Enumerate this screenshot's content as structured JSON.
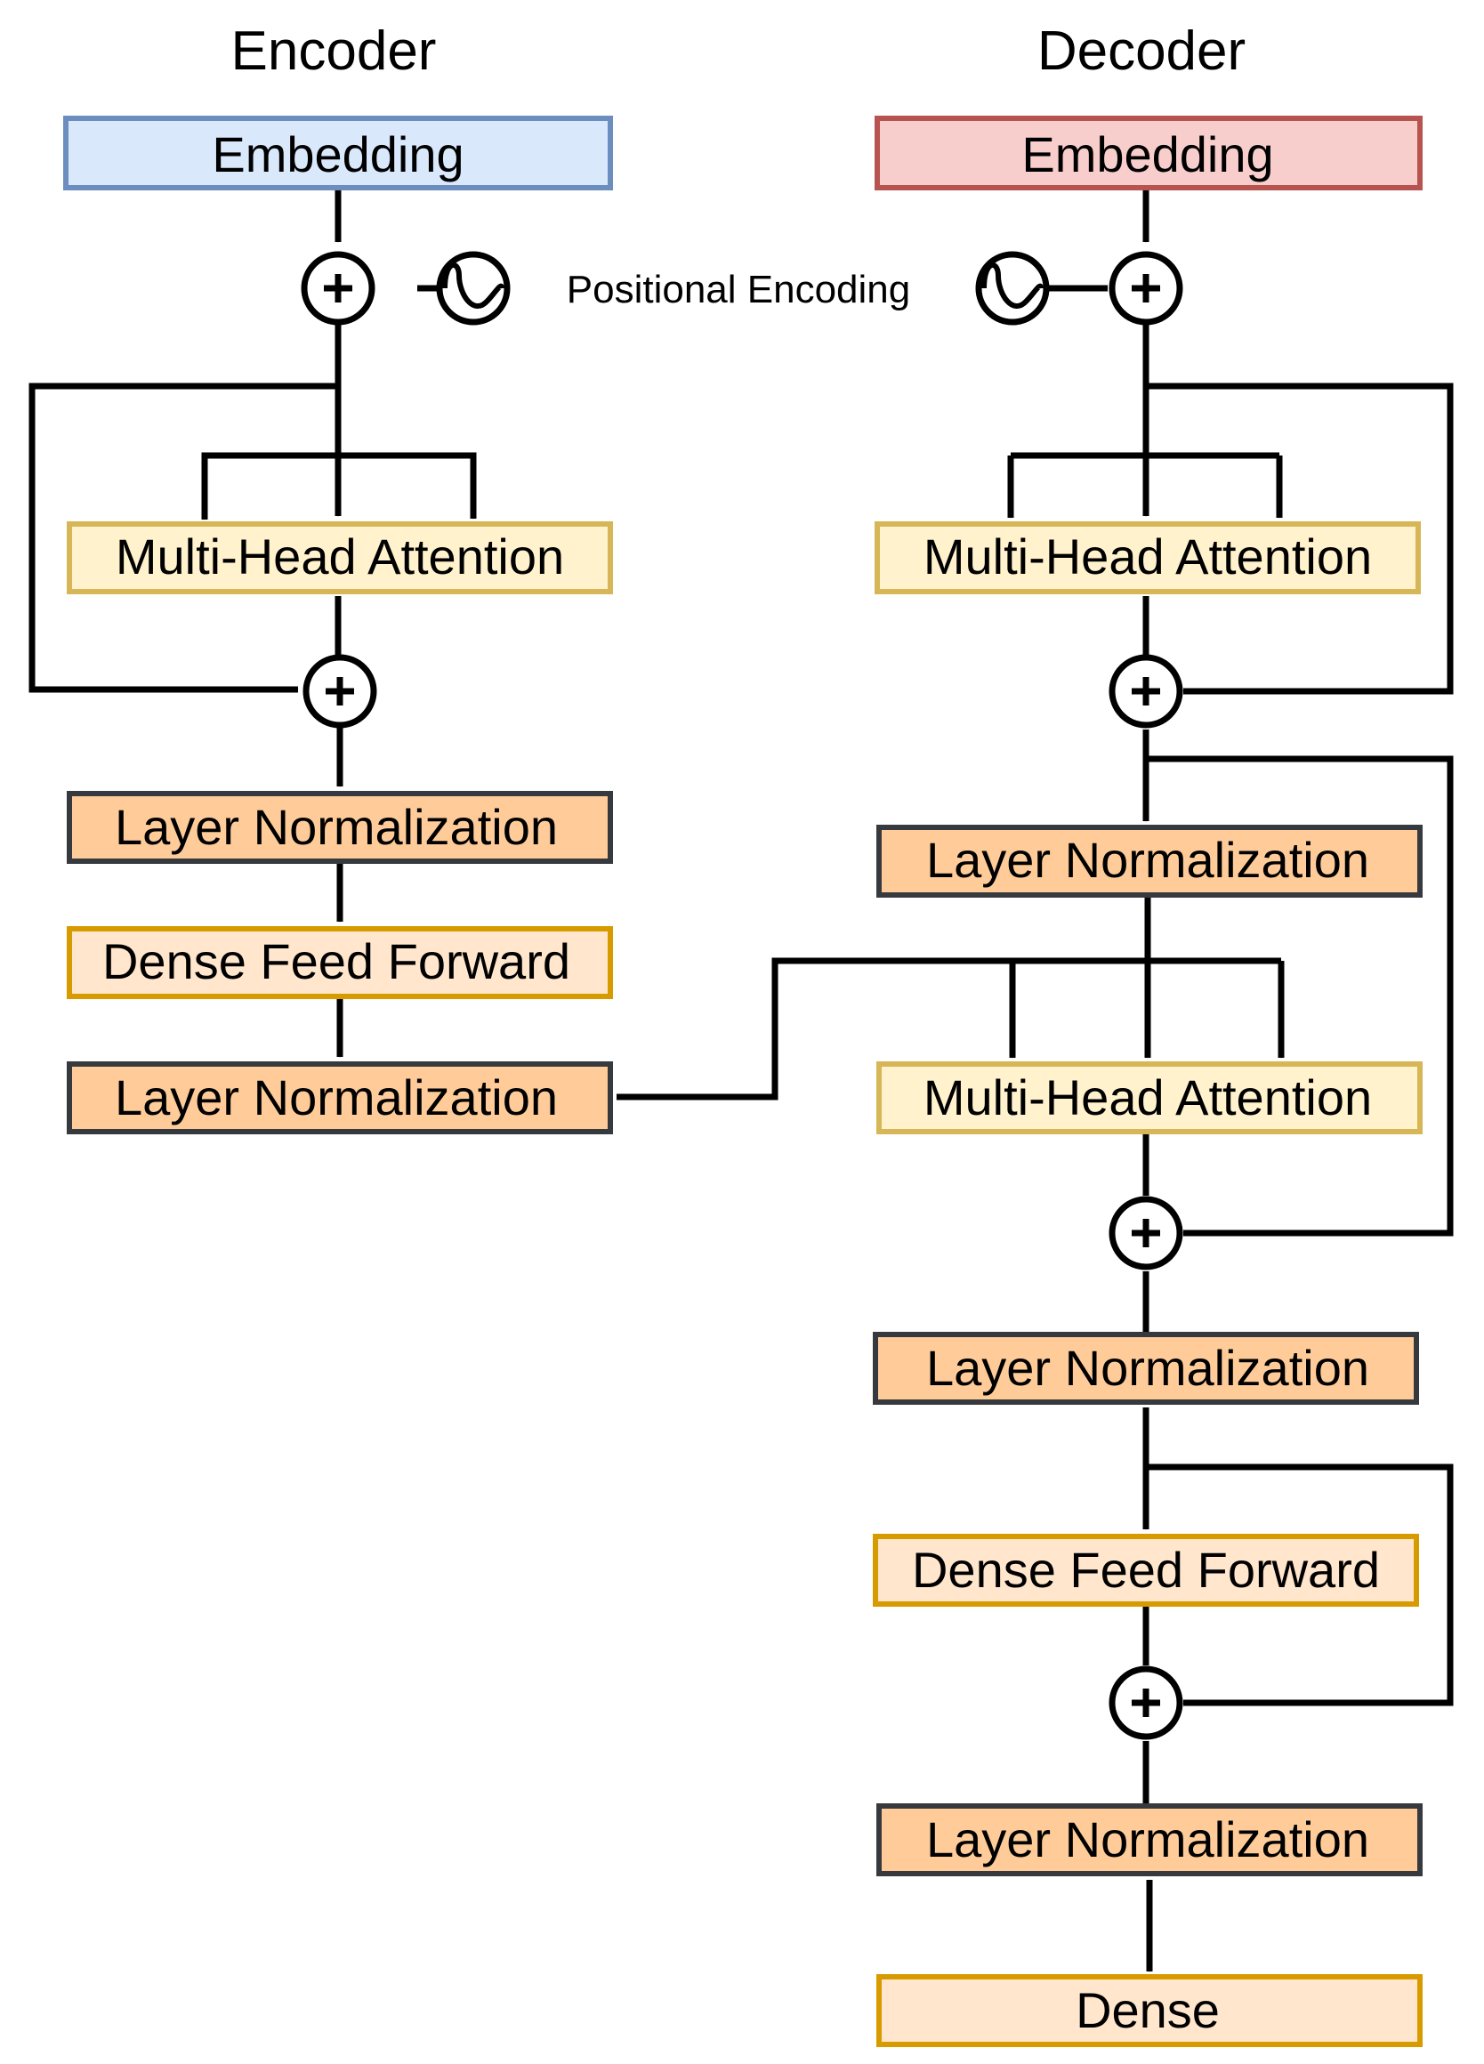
{
  "encoder": {
    "title": "Encoder",
    "embedding": "Embedding",
    "attention": "Multi-Head Attention",
    "norm1": "Layer Normalization",
    "feed_forward": "Dense Feed Forward",
    "norm2": "Layer Normalization"
  },
  "positional_encoding": "Positional Encoding",
  "decoder": {
    "title": "Decoder",
    "embedding": "Embedding",
    "self_attention": "Multi-Head Attention",
    "norm1": "Layer Normalization",
    "cross_attention": "Multi-Head Attention",
    "norm2": "Layer Normalization",
    "feed_forward": "Dense Feed Forward",
    "norm3": "Layer Normalization",
    "dense": "Dense"
  },
  "colors": {
    "embedding_encoder_fill": "#dae8fc",
    "embedding_encoder_stroke": "#6c8ebf",
    "embedding_decoder_fill": "#f8cecc",
    "embedding_decoder_stroke": "#b85450",
    "attention_fill": "#fff2cc",
    "attention_stroke": "#d6b656",
    "norm_fill": "#ffcc99",
    "norm_stroke": "#36393d",
    "dense_fill": "#ffe6cc",
    "dense_stroke": "#d79b00"
  },
  "icons": {
    "adder": "plus-circle-icon",
    "positional": "sine-wave-icon"
  }
}
